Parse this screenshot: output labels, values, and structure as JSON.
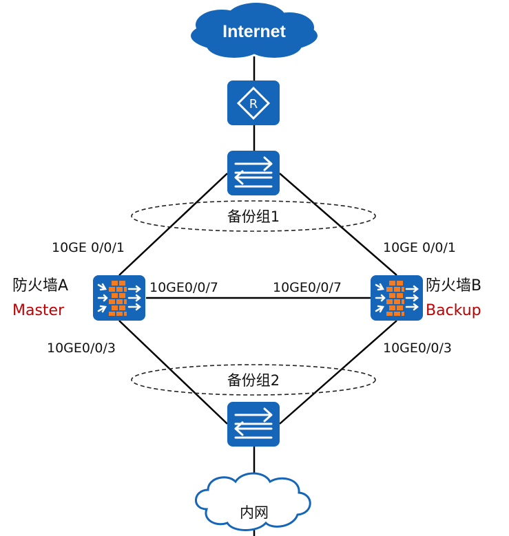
{
  "colors": {
    "device_blue": "#1565b8",
    "device_blue_dark": "#0f4f96",
    "firewall_orange": "#f47b20",
    "role_red": "#c00000",
    "line": "#000000"
  },
  "nodes": {
    "internet": {
      "label": "Internet",
      "icon": "cloud-icon"
    },
    "router": {
      "icon": "router-icon",
      "glyph": "R"
    },
    "switch_top": {
      "icon": "switch-icon"
    },
    "switch_bottom": {
      "icon": "switch-icon"
    },
    "firewall_a": {
      "icon": "firewall-icon",
      "name": "防火墙A",
      "role": "Master"
    },
    "firewall_b": {
      "icon": "firewall-icon",
      "name": "防火墙B",
      "role": "Backup"
    },
    "intranet": {
      "label": "内网",
      "icon": "cloud-icon"
    }
  },
  "groups": {
    "backup_group_1": "备份组1",
    "backup_group_2": "备份组2"
  },
  "ports": {
    "fw_a_up": "10GE 0/0/1",
    "fw_b_up": "10GE 0/0/1",
    "fw_a_heartbeat": "10GE0/0/7",
    "fw_b_heartbeat": "10GE0/0/7",
    "fw_a_down": "10GE0/0/3",
    "fw_b_down": "10GE0/0/3"
  }
}
